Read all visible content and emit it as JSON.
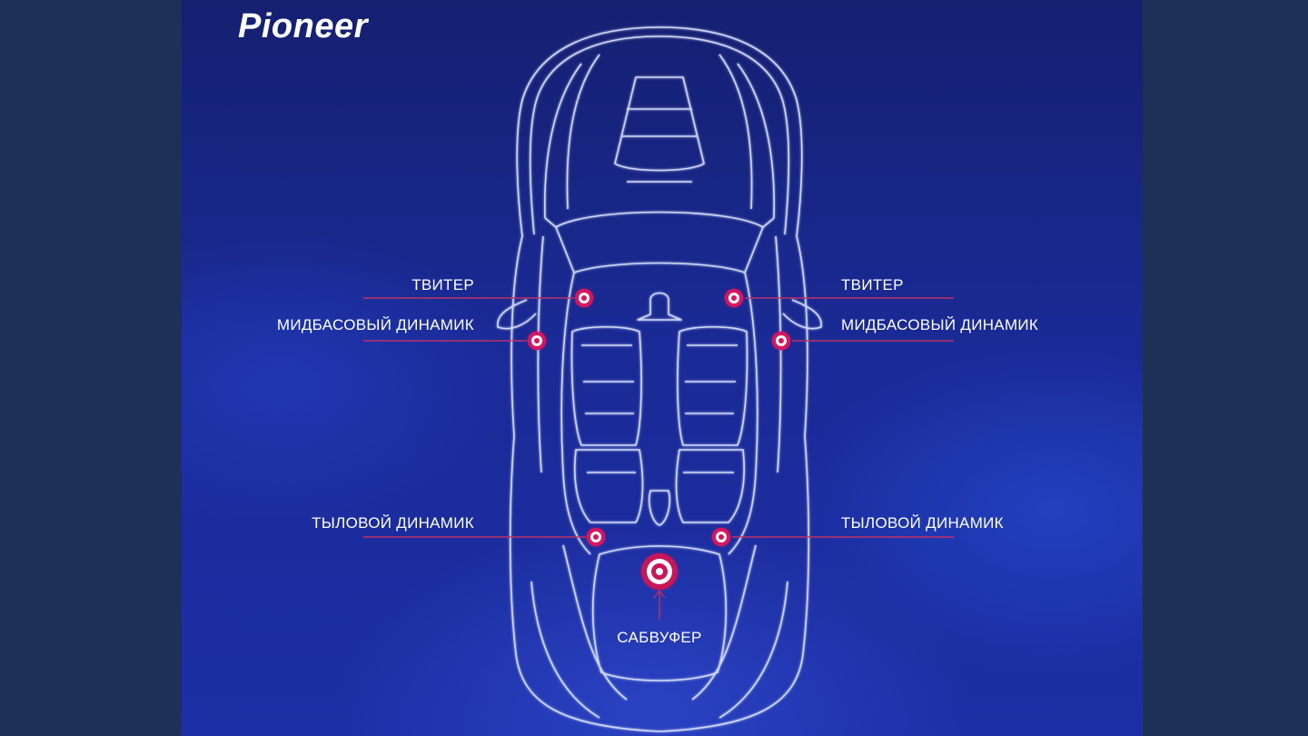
{
  "brand": {
    "logo_text": "Pioneer"
  },
  "labels": {
    "tweeter_left": "ТВИТЕР",
    "tweeter_right": "ТВИТЕР",
    "midbass_left": "МИДБАСОВЫЙ ДИНАМИК",
    "midbass_right": "МИДБАСОВЫЙ ДИНАМИК",
    "rear_left": "ТЫЛОВОЙ ДИНАМИК",
    "rear_right": "ТЫЛОВОЙ ДИНАМИК",
    "subwoofer": "САБВУФЕР"
  },
  "colors": {
    "background_outer": "#1e3058",
    "background_panel": "#1a2a95",
    "car_outline": "#dfe6ff",
    "speaker_marker": "#e0206a",
    "leader_line": "#c0306a"
  }
}
